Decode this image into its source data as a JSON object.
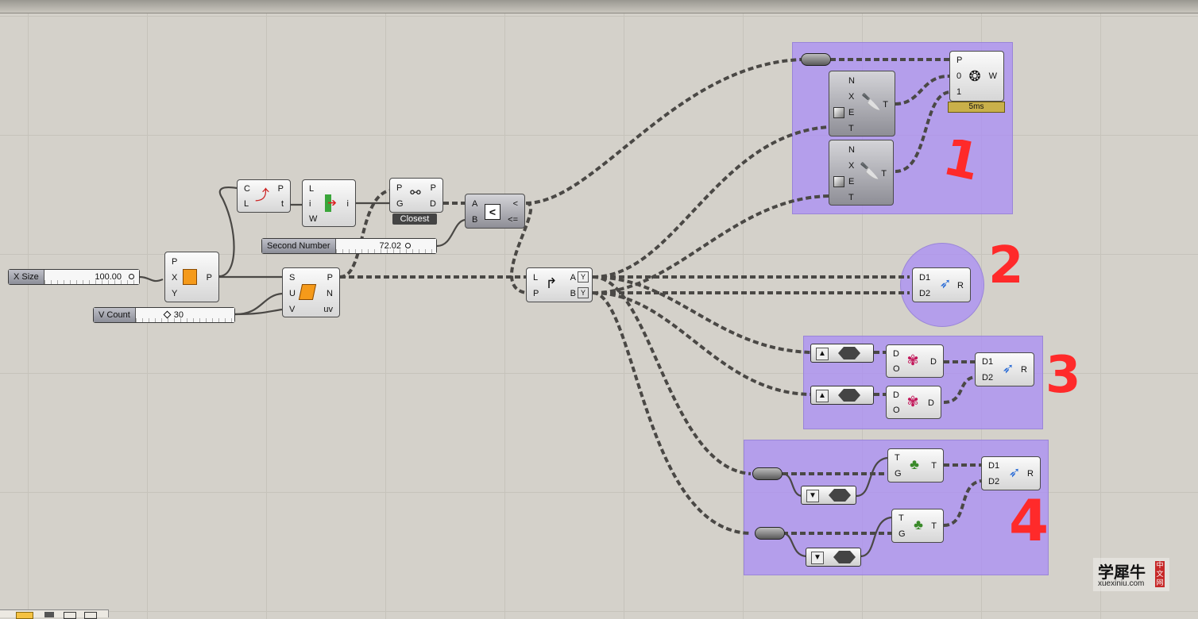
{
  "canvas": {
    "grid_color": "#c6c3bb",
    "background": "#d4d1ca",
    "group_color": "#b09af0"
  },
  "sliders": {
    "x_size": {
      "label": "X Size",
      "value": "100.00"
    },
    "v_count": {
      "label": "V Count",
      "value": "30"
    },
    "second_number": {
      "label": "Second Number",
      "value": "72.02"
    }
  },
  "components": {
    "rectangle": {
      "inputs": [
        "P",
        "X",
        "Y"
      ],
      "outputs": [
        "P"
      ],
      "icon": "rectangle-icon"
    },
    "surface_divide": {
      "inputs": [
        "S",
        "U",
        "V"
      ],
      "outputs": [
        "P",
        "N",
        "uv"
      ],
      "icon": "surface-divide-icon"
    },
    "evaluate_length": {
      "inputs": [
        "C",
        "L"
      ],
      "outputs": [
        "P",
        "t"
      ],
      "icon": "curve-point-icon"
    },
    "list_item": {
      "inputs": [
        "L",
        "i",
        "W"
      ],
      "outputs": [
        "i"
      ],
      "icon": "list-item-icon"
    },
    "closest_points": {
      "inputs": [
        "P",
        "G"
      ],
      "outputs": [
        "P",
        "D"
      ],
      "tag": "Closest",
      "icon": "closest-points-icon"
    },
    "smaller_than": {
      "inputs": [
        "A",
        "B"
      ],
      "outputs": [
        "<",
        "<="
      ],
      "icon_text": "<"
    },
    "dispatch": {
      "inputs": [
        "L",
        "P"
      ],
      "outputs": [
        "A",
        "B"
      ],
      "icon": "dispatch-icon"
    },
    "timer": {
      "inputs": [
        "P",
        "0",
        "1"
      ],
      "outputs": [
        "W"
      ],
      "label": "5ms",
      "icon": "timer-icon"
    },
    "tree_top": {
      "inputs": [
        "N",
        "X",
        "E",
        "T"
      ],
      "outputs": [
        "T"
      ],
      "icon": "saw-icon"
    },
    "tree_bottom": {
      "inputs": [
        "N",
        "X",
        "E",
        "T"
      ],
      "outputs": [
        "T"
      ],
      "icon": "saw-icon"
    },
    "anemone_2": {
      "inputs": [
        "D1",
        "D2"
      ],
      "outputs": [
        "R"
      ],
      "icon": "anemone-icon"
    },
    "group3_top": {
      "inputs": [
        "D",
        "O"
      ],
      "outputs": [
        "D"
      ],
      "icon": "stream-filter-icon"
    },
    "group3_bottom": {
      "inputs": [
        "D",
        "O"
      ],
      "outputs": [
        "D"
      ],
      "icon": "stream-filter-icon"
    },
    "anemone_3": {
      "inputs": [
        "D1",
        "D2"
      ],
      "outputs": [
        "R"
      ],
      "icon": "anemone-icon"
    },
    "group4_top": {
      "inputs": [
        "T",
        "G"
      ],
      "outputs": [
        "T"
      ],
      "icon": "graft-icon"
    },
    "group4_bottom": {
      "inputs": [
        "T",
        "G"
      ],
      "outputs": [
        "T"
      ],
      "icon": "graft-icon"
    },
    "anemone_4": {
      "inputs": [
        "D1",
        "D2"
      ],
      "outputs": [
        "R"
      ],
      "icon": "anemone-icon"
    }
  },
  "annotations": {
    "g1": "1",
    "g2": "2",
    "g3": "3",
    "g4": "4",
    "color": "#ff2a2a"
  },
  "watermark": {
    "title": "学犀牛",
    "url": "xuexiniu.com",
    "badge": "中文网"
  }
}
